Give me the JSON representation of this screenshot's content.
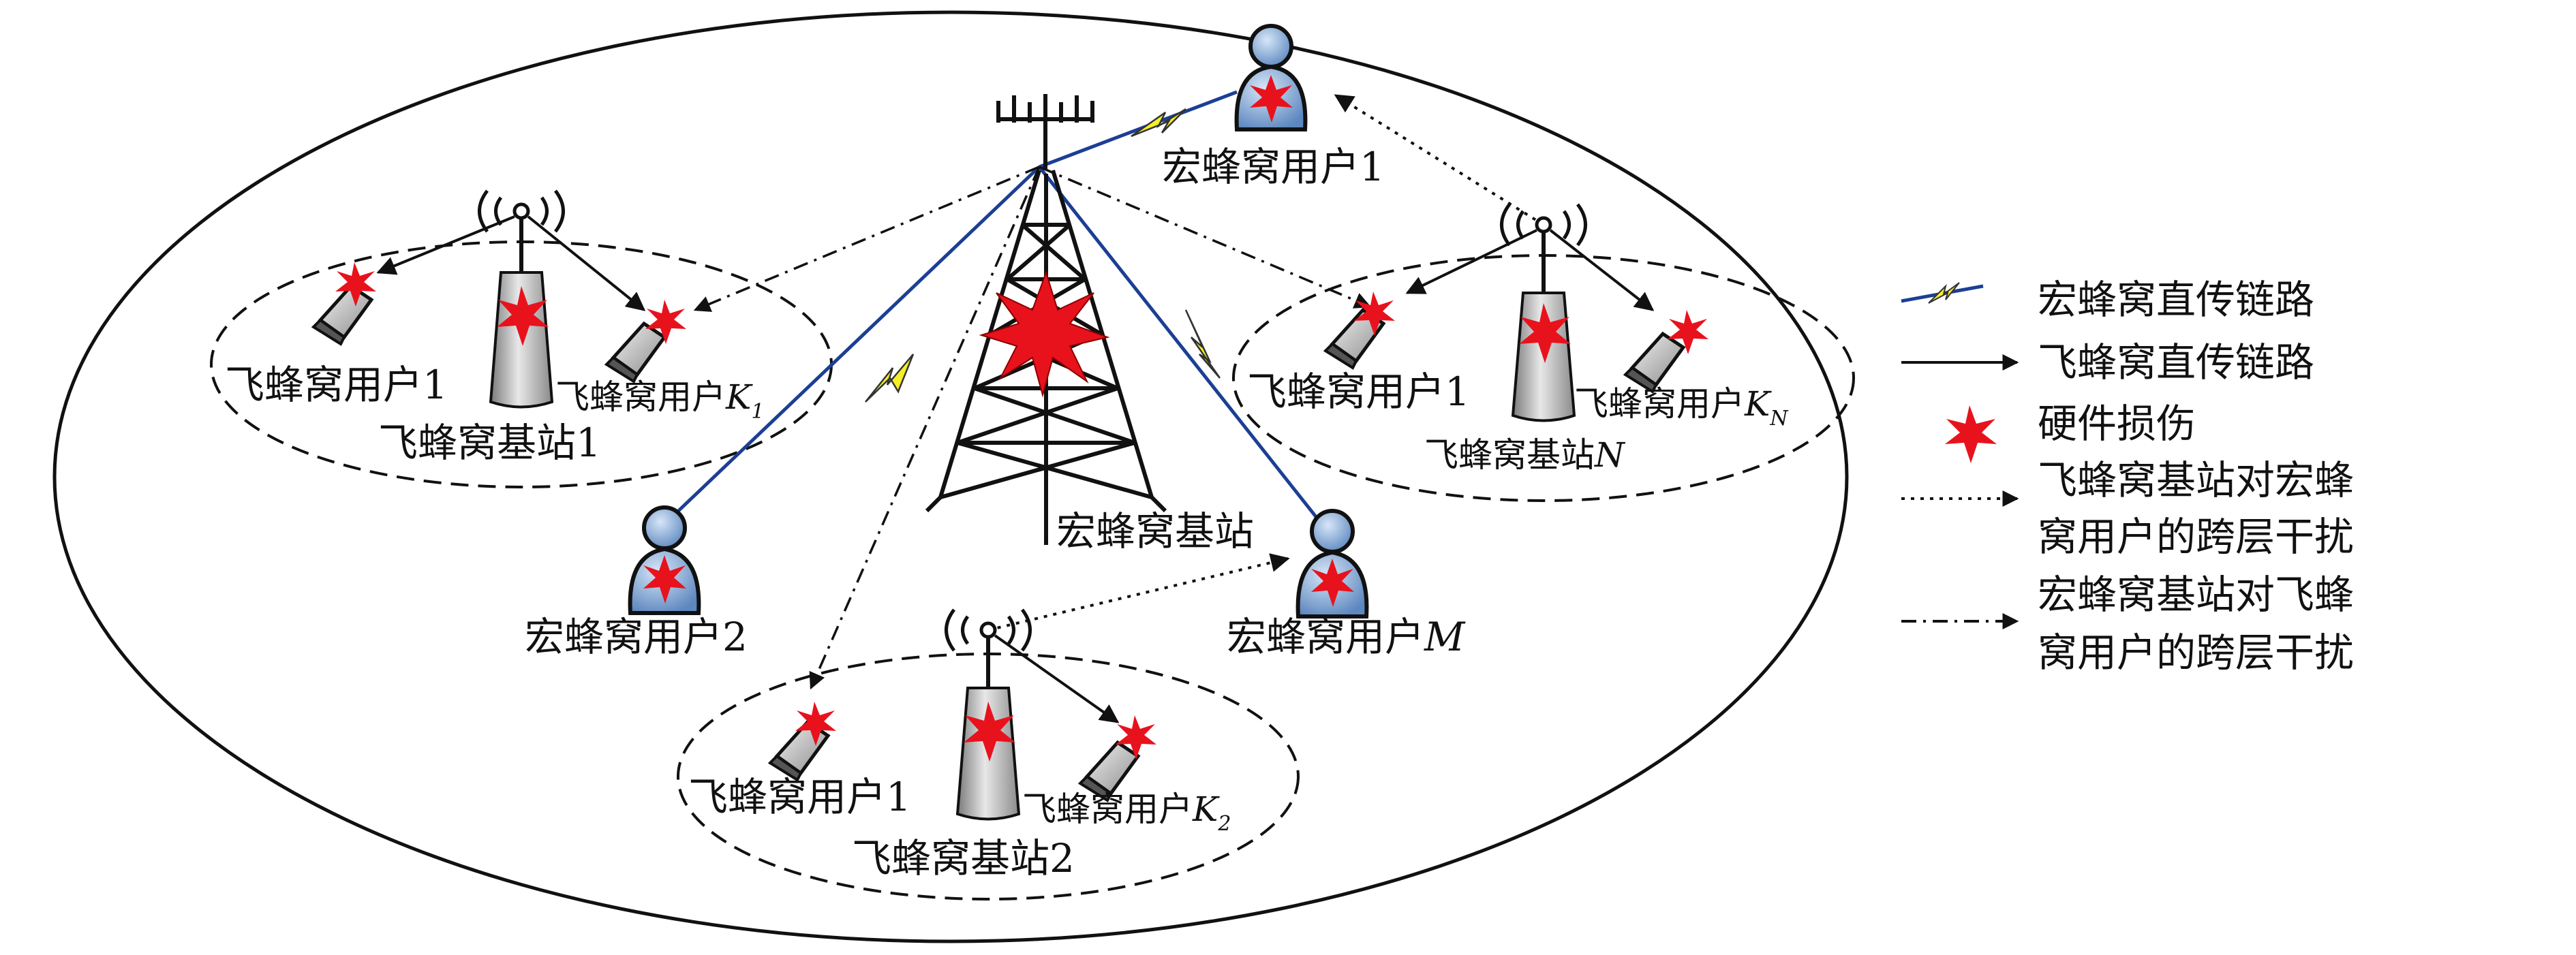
{
  "colors": {
    "macro_link_line": "#1c3f94",
    "macro_link_bolt": "#f5ef2a",
    "impairment_star": "#e8121d",
    "user_body": "#6f9bd1",
    "tower_steel": "#111111",
    "femto_station": "#b3b3b3"
  },
  "macro": {
    "station_label": "宏蜂窝基站",
    "user1_label": "宏蜂窝用户1",
    "user2_label": "宏蜂窝用户2",
    "userM_label": "宏蜂窝用户",
    "userM_symbol": "M"
  },
  "femto_cells": [
    {
      "station_label": "飞蜂窝基站1",
      "user1_label": "飞蜂窝用户1",
      "userK_label": "飞蜂窝用户",
      "userK_symbol": "K",
      "userK_sub": "1"
    },
    {
      "station_label_prefix": "飞蜂窝基站",
      "station_symbol": "N",
      "user1_label": "飞蜂窝用户1",
      "userK_label": "飞蜂窝用户",
      "userK_symbol": "K",
      "userK_sub": "N"
    },
    {
      "station_label": "飞蜂窝基站2",
      "user1_label": "飞蜂窝用户1",
      "userK_label": "飞蜂窝用户",
      "userK_symbol": "K",
      "userK_sub": "2"
    }
  ],
  "legend": {
    "macro_link": "宏蜂窝直传链路",
    "femto_link": "飞蜂窝直传链路",
    "impairment": "硬件损伤",
    "femto_to_macro_line1": "飞蜂窝基站对宏蜂",
    "femto_to_macro_line2": "窝用户的跨层干扰",
    "macro_to_femto_line1": "宏蜂窝基站对飞蜂",
    "macro_to_femto_line2": "窝用户的跨层干扰"
  }
}
